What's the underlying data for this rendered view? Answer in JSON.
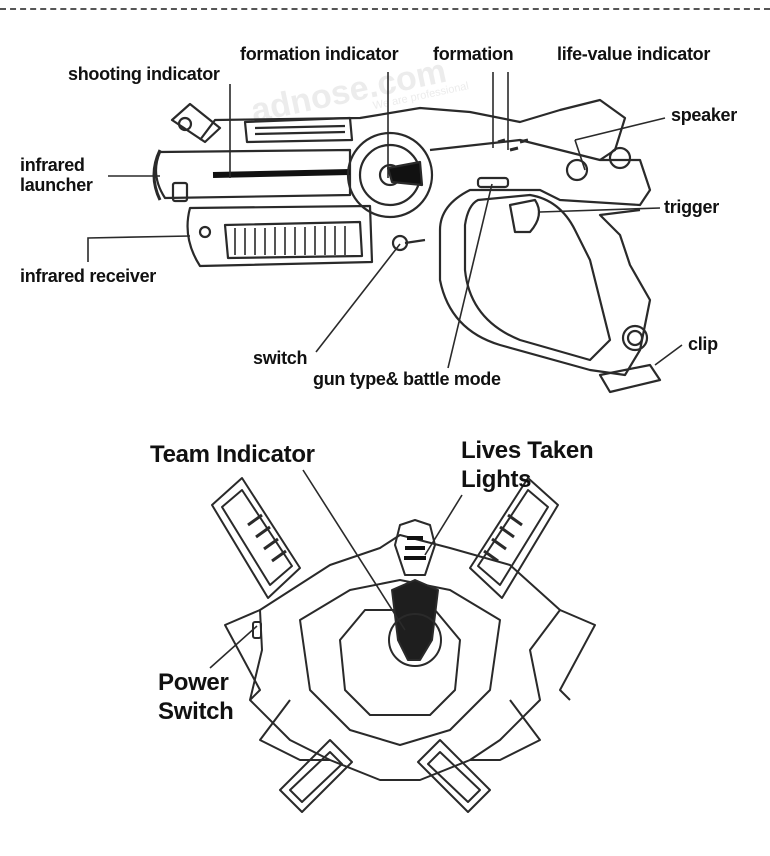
{
  "gun_labels": {
    "formation_indicator": "formation indicator",
    "formation": "formation",
    "life_value_indicator": "life-value indicator",
    "shooting_indicator": "shooting indicator",
    "speaker": "speaker",
    "infrared_launcher": "infrared\nlauncher",
    "trigger": "trigger",
    "infrared_receiver": "infrared receiver",
    "clip": "clip",
    "switch": "switch",
    "gun_type_battle_mode": "gun type& battle mode"
  },
  "vest_labels": {
    "team_indicator": "Team Indicator",
    "lives_taken_lights": "Lives Taken\nLights",
    "power_switch": "Power\nSwitch"
  },
  "watermark": {
    "brand": "adnose.com",
    "tagline": "We are professional"
  },
  "colors": {
    "line": "#2a2a2a",
    "label": "#111111"
  }
}
